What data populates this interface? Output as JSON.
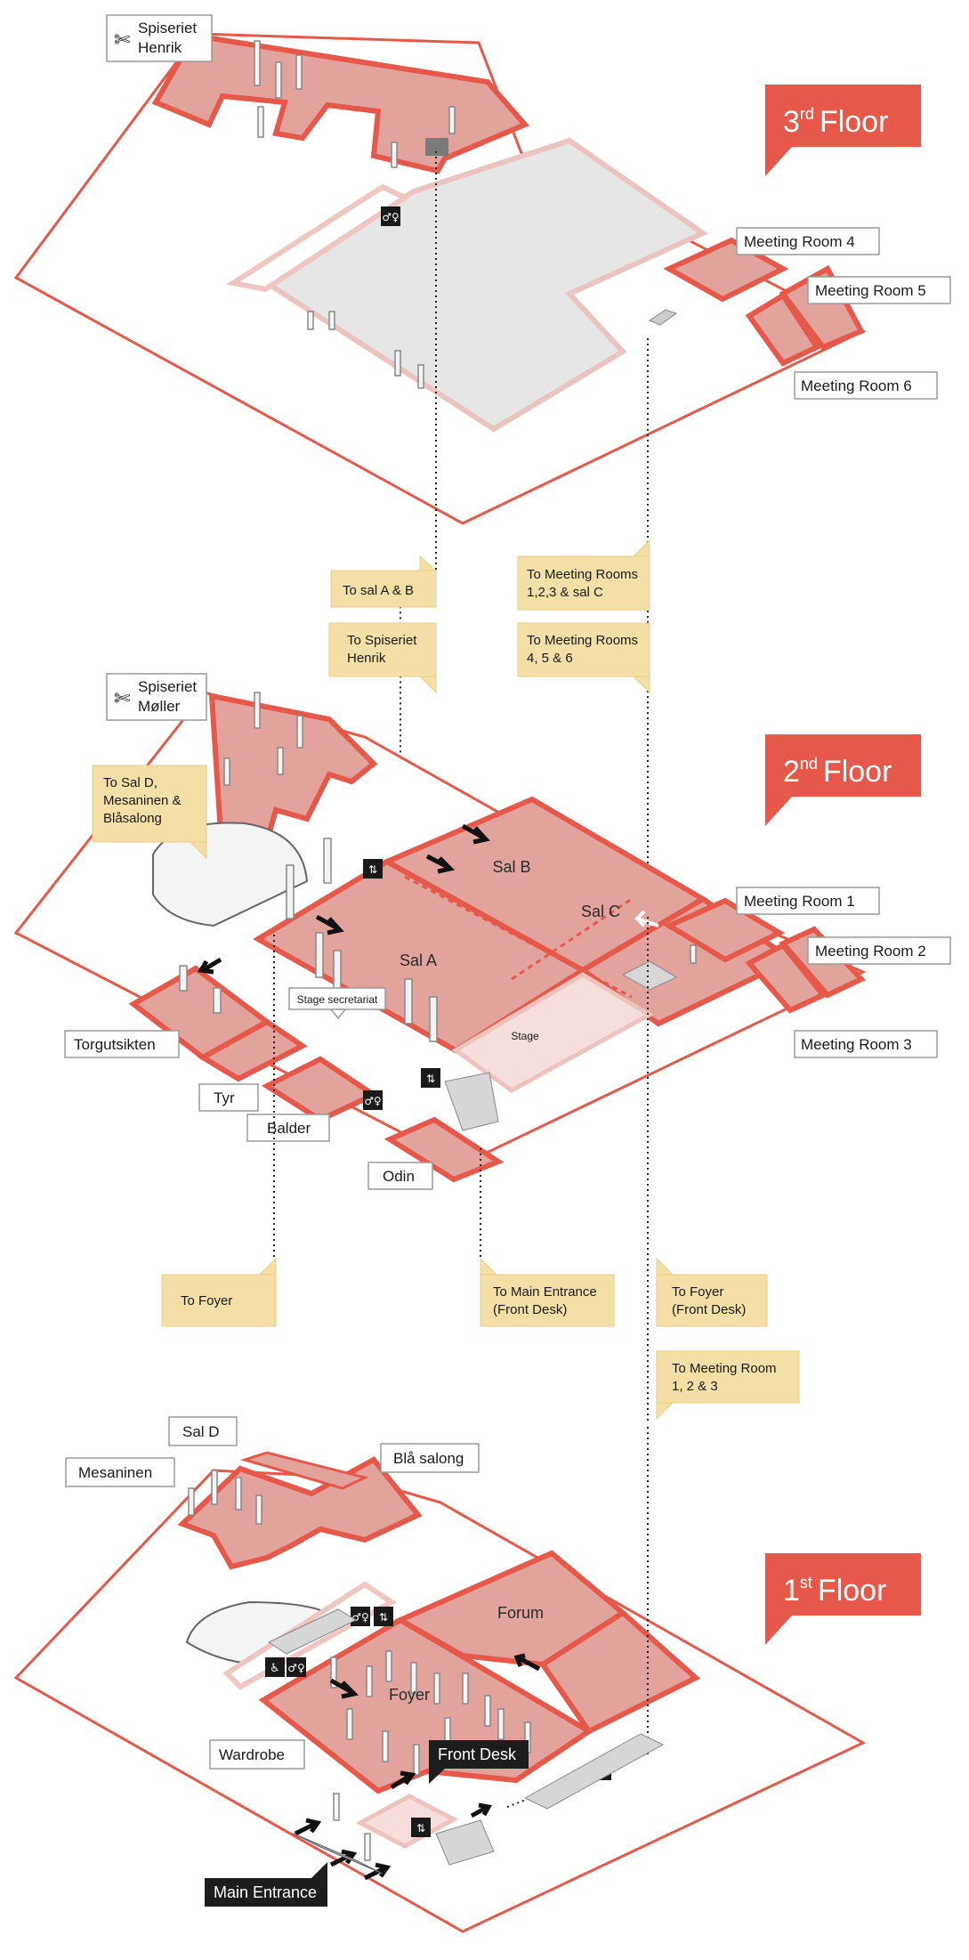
{
  "floors": {
    "third": {
      "number": "3",
      "suffix": "rd",
      "word": "Floor"
    },
    "second": {
      "number": "2",
      "suffix": "nd",
      "word": "Floor"
    },
    "first": {
      "number": "1",
      "suffix": "st",
      "word": "Floor"
    }
  },
  "floor3": {
    "restaurant_line1": "Spiseriet",
    "restaurant_line2": "Henrik",
    "meeting_room_4": "Meeting Room 4",
    "meeting_room_5": "Meeting Room 5",
    "meeting_room_6": "Meeting Room 6"
  },
  "notes": {
    "to_sal_ab": "To sal A & B",
    "to_spiseriet_l1": "To Spiseriet",
    "to_spiseriet_l2": "Henrik",
    "to_mr123c_l1": "To Meeting Rooms",
    "to_mr123c_l2": "1,2,3 & sal C",
    "to_mr456_l1": "To Meeting Rooms",
    "to_mr456_l2": "4, 5 & 6",
    "to_sald_l1": "To Sal D,",
    "to_sald_l2": "Mesaninen &",
    "to_sald_l3": "Blåsalong",
    "to_foyer_left": "To Foyer",
    "to_main_l1": "To Main Entrance",
    "to_main_l2": "(Front Desk)",
    "to_foyer_right_l1": "To Foyer",
    "to_foyer_right_l2": "(Front Desk)",
    "to_mr_123_l1": "To Meeting Room",
    "to_mr_123_l2": "1, 2 & 3"
  },
  "floor2": {
    "restaurant_line1": "Spiseriet",
    "restaurant_line2": "Møller",
    "sal_a": "Sal A",
    "sal_b": "Sal B",
    "sal_c": "Sal C",
    "stage": "Stage",
    "stage_secretariat": "Stage secretariat",
    "meeting_room_1": "Meeting Room 1",
    "meeting_room_2": "Meeting Room 2",
    "meeting_room_3": "Meeting Room 3",
    "torgutsikten": "Torgutsikten",
    "tyr": "Tyr",
    "balder": "Balder",
    "odin": "Odin"
  },
  "floor1": {
    "sal_d": "Sal D",
    "mesaninen": "Mesaninen",
    "bla_salong": "Blå salong",
    "forum": "Forum",
    "foyer": "Foyer",
    "wardrobe": "Wardrobe",
    "front_desk": "Front Desk",
    "main_entrance": "Main Entrance"
  },
  "colors": {
    "accent": "#e5584a",
    "room_fill": "#e2a39d",
    "note_fill": "#f4dfa6",
    "dark_label": "#1d1d1d"
  }
}
